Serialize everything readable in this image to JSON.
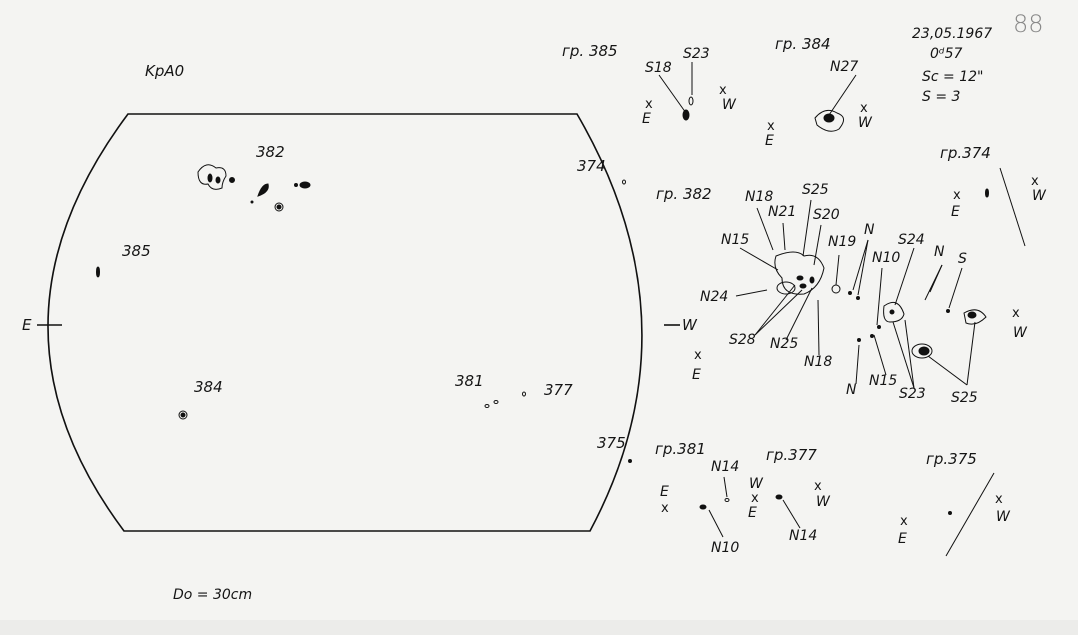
{
  "header": {
    "observatory": "KpA0",
    "date": "23,05.1967",
    "time": "0ᵈ57",
    "scale": "Sc = 12\"",
    "seeing": "S = 3",
    "sheet_number": "88",
    "diameter": "Dᴏ = 30cm"
  },
  "disk": {
    "east": "E",
    "west": "W",
    "groups": [
      "382",
      "385",
      "384",
      "381",
      "377",
      "374",
      "375"
    ]
  },
  "groups": {
    "g385": "гр. 385",
    "g384": "гр. 384",
    "g374": "гр.374",
    "g382": "гр. 382",
    "g381": "гр.381",
    "g377": "гр.377",
    "g375": "гр.375"
  },
  "spot_labels": [
    "S18",
    "S23",
    "N27",
    "N18",
    "N21",
    "S25",
    "S20",
    "N15",
    "N19",
    "N",
    "N10",
    "S24",
    "N",
    "S",
    "N24",
    "S28",
    "N25",
    "N18",
    "N",
    "N15",
    "S23",
    "S25",
    "N14",
    "N10",
    "N14"
  ],
  "markers": {
    "x": "x",
    "E": "E",
    "W": "W"
  }
}
